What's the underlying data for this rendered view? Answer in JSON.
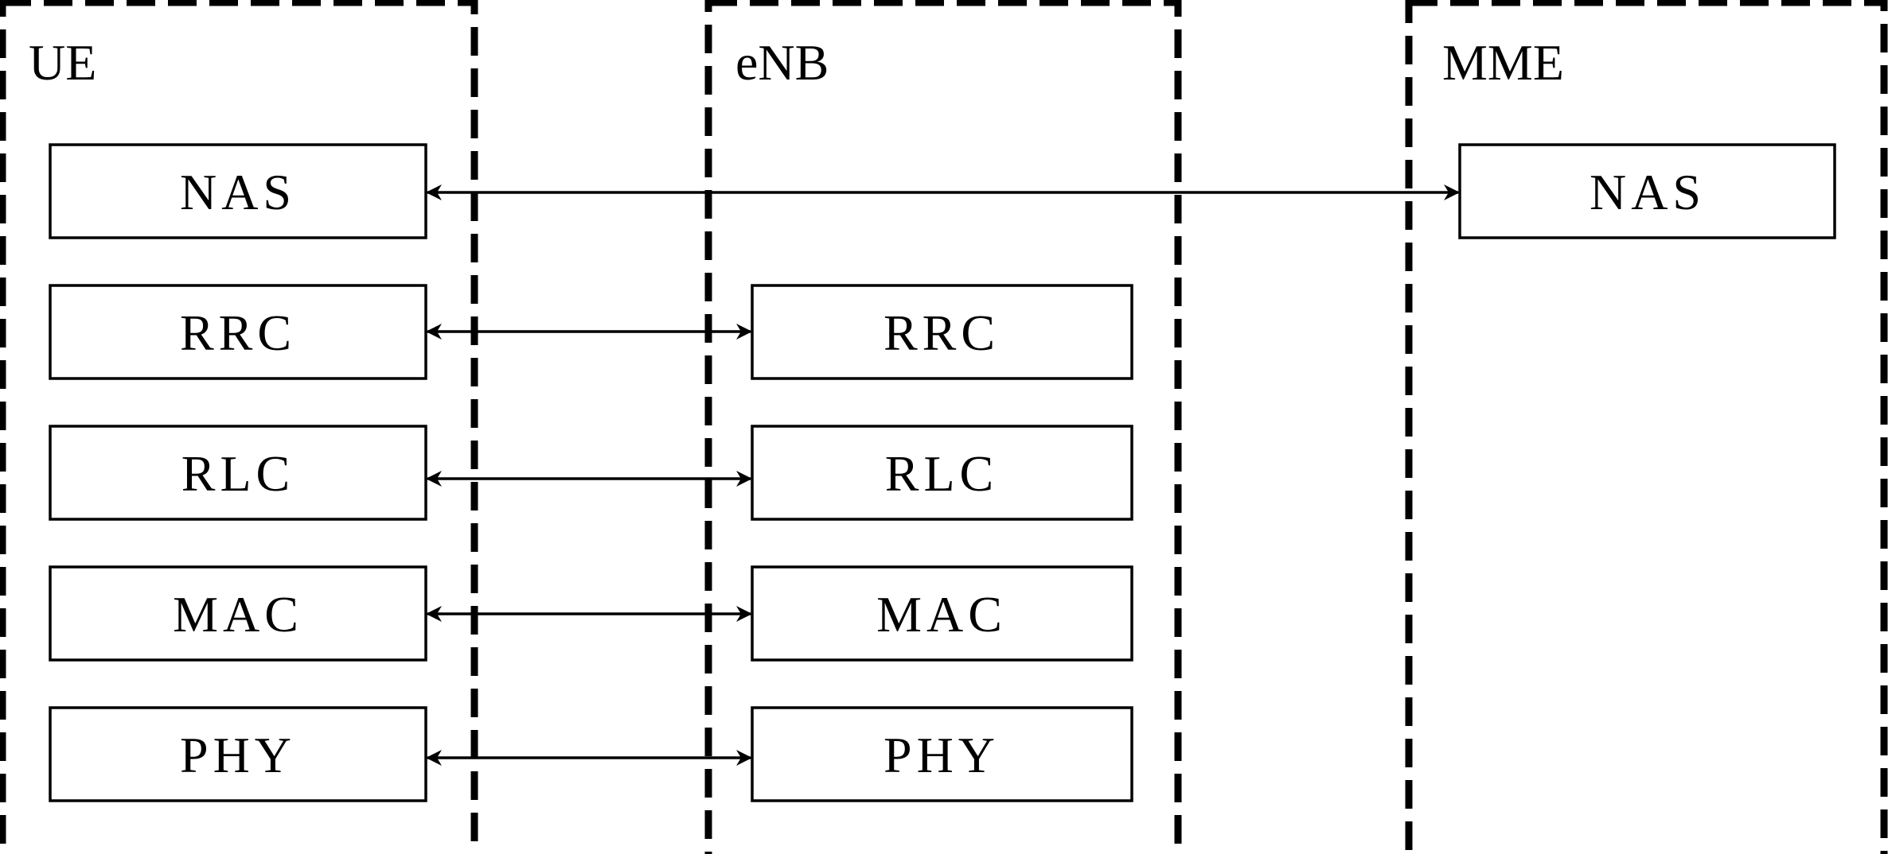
{
  "groups": [
    {
      "id": "ue",
      "title": "UE",
      "layers": [
        "NAS",
        "RRC",
        "RLC",
        "MAC",
        "PHY"
      ]
    },
    {
      "id": "enb",
      "title": "eNB",
      "layers": [
        "RRC",
        "RLC",
        "MAC",
        "PHY"
      ]
    },
    {
      "id": "mme",
      "title": "MME",
      "layers": [
        "NAS"
      ]
    }
  ],
  "links": [
    {
      "from": "ue.NAS",
      "to": "mme.NAS"
    },
    {
      "from": "ue.RRC",
      "to": "enb.RRC"
    },
    {
      "from": "ue.RLC",
      "to": "enb.RLC"
    },
    {
      "from": "ue.MAC",
      "to": "enb.MAC"
    },
    {
      "from": "ue.PHY",
      "to": "enb.PHY"
    }
  ]
}
